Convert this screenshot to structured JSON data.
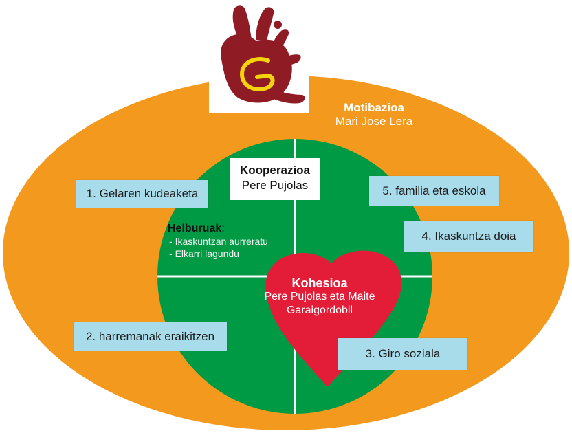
{
  "colors": {
    "outer_ellipse": "#f39a1e",
    "inner_circle": "#009a45",
    "divider": "#ffffff",
    "heart": "#e31d38",
    "label_box": "#a9dcea",
    "hand": "#8f1b25",
    "hand_mark": "#f4d30b"
  },
  "logo": {
    "icon": "hand-print-icon"
  },
  "motibazioa": {
    "title": "Motibazioa",
    "author": "Mari Jose Lera"
  },
  "kooperazioa": {
    "title": "Kooperazioa",
    "author": "Pere Pujolas"
  },
  "kohesioa": {
    "title": "Kohesioa",
    "authors": "Pere Pujolas eta Maite Garaigordobil"
  },
  "helburuak": {
    "title": "Helburuak",
    "items": [
      "Ikaskuntzan aurreratu",
      "Elkarri lagundu"
    ]
  },
  "labels": [
    "1. Gelaren kudeaketa",
    "2. harremanak eraikitzen",
    "3. Giro soziala",
    "4. Ikaskuntza doia",
    "5. familia eta eskola"
  ]
}
